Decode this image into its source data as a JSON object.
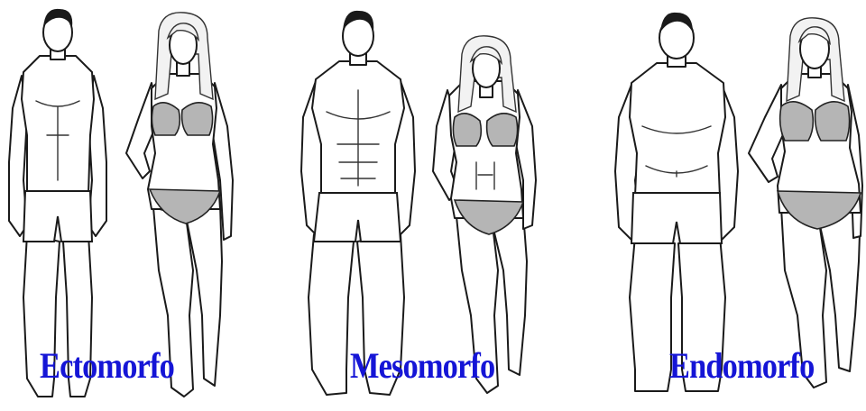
{
  "labels": {
    "ectomorph": "Ectomorfo",
    "mesomorph": "Mesomorfo",
    "endomorph": "Endomorfo"
  },
  "colors": {
    "label": "#1515d6",
    "background": "#ffffff",
    "swimsuit": "#b5b5b5"
  }
}
